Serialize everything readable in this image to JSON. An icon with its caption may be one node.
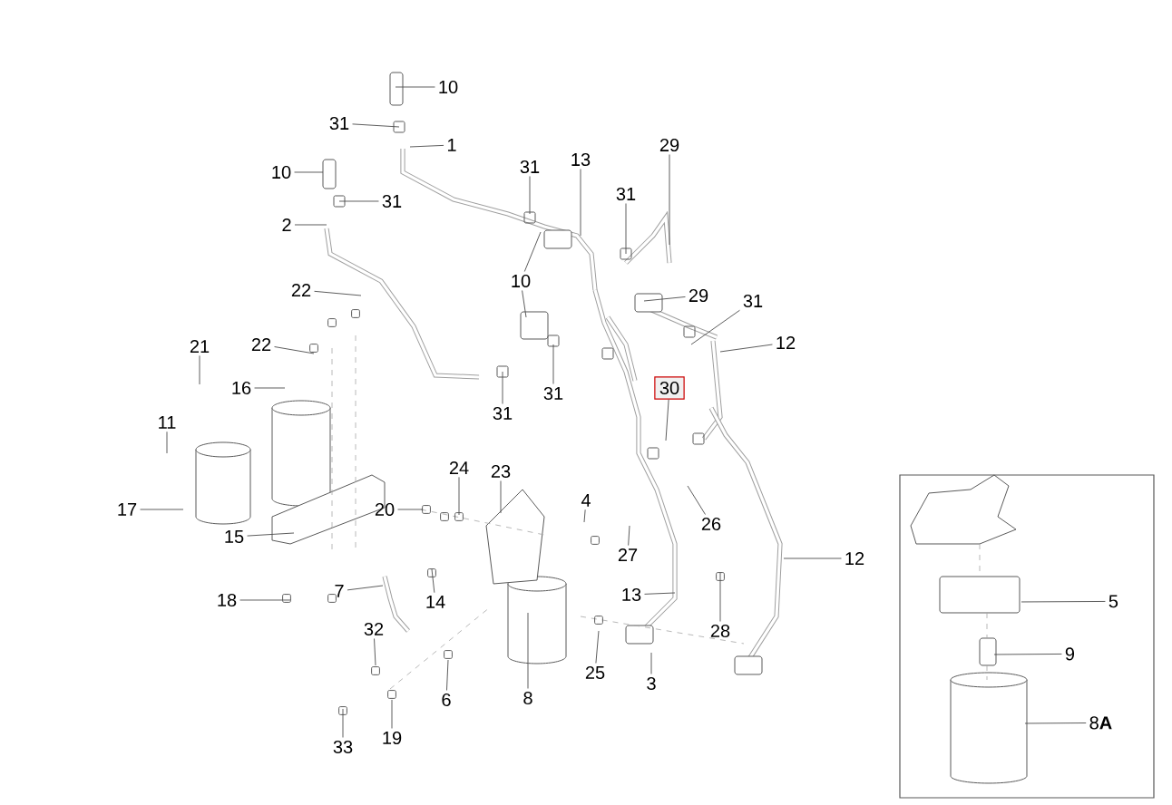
{
  "diagram": {
    "nodes": [
      {
        "text": [
          "10"
        ]
      },
      {
        "text": [
          "31"
        ]
      },
      {
        "text": [
          "1"
        ]
      },
      {
        "text": [
          "10"
        ]
      },
      {
        "text": [
          "31"
        ]
      },
      {
        "text": [
          "2"
        ]
      },
      {
        "text": [
          "31"
        ]
      },
      {
        "text": [
          "13"
        ]
      },
      {
        "text": [
          "10"
        ]
      },
      {
        "text": [
          "31"
        ]
      },
      {
        "text": [
          "31"
        ]
      },
      {
        "text": [
          "29"
        ]
      },
      {
        "text": [
          "31"
        ]
      },
      {
        "text": [
          "29"
        ]
      },
      {
        "text": [
          "31"
        ]
      },
      {
        "text": [
          "12"
        ]
      },
      {
        "text": [
          "30"
        ]
      },
      {
        "text": [
          "22"
        ]
      },
      {
        "text": [
          "22"
        ]
      },
      {
        "text": [
          "21"
        ]
      },
      {
        "text": [
          "16"
        ]
      },
      {
        "text": [
          "11"
        ]
      },
      {
        "text": [
          "17"
        ]
      },
      {
        "text": [
          "15"
        ]
      },
      {
        "text": [
          "18"
        ]
      },
      {
        "text": [
          "20"
        ]
      },
      {
        "text": [
          "24"
        ]
      },
      {
        "text": [
          "23"
        ]
      },
      {
        "text": [
          "4"
        ]
      },
      {
        "text": [
          "14"
        ]
      },
      {
        "text": [
          "7"
        ]
      },
      {
        "text": [
          "6"
        ]
      },
      {
        "text": [
          "8"
        ]
      },
      {
        "text": [
          "32"
        ]
      },
      {
        "text": [
          "19"
        ]
      },
      {
        "text": [
          "33"
        ]
      },
      {
        "text": [
          "25"
        ]
      },
      {
        "text": [
          "27"
        ]
      },
      {
        "text": [
          "26"
        ]
      },
      {
        "text": [
          "13"
        ]
      },
      {
        "text": [
          "3"
        ]
      },
      {
        "text": [
          "28"
        ]
      },
      {
        "text": [
          "12"
        ]
      },
      {
        "text": [],
        "shape": "box"
      },
      {
        "text": [
          "5"
        ],
        "in": 43
      },
      {
        "text": [
          "9"
        ],
        "in": 43
      },
      {
        "text": [
          "8**A**"
        ],
        "in": 43
      }
    ],
    "edges": [
      {
        "from": 0,
        "to": null,
        "arrow": "none"
      },
      {
        "from": 1,
        "to": null,
        "arrow": "none"
      },
      {
        "from": 2,
        "to": null,
        "arrow": "none"
      },
      {
        "from": 3,
        "to": null,
        "arrow": "none"
      },
      {
        "from": 4,
        "to": null,
        "arrow": "none"
      },
      {
        "from": 5,
        "to": null,
        "arrow": "none"
      },
      {
        "from": 6,
        "to": null,
        "arrow": "none"
      },
      {
        "from": 7,
        "to": null,
        "arrow": "none"
      },
      {
        "from": 8,
        "to": null,
        "arrow": "none"
      },
      {
        "from": 8,
        "to": null,
        "arrow": "none"
      },
      {
        "from": 9,
        "to": null,
        "arrow": "none"
      },
      {
        "from": 10,
        "to": null,
        "arrow": "none"
      },
      {
        "from": 11,
        "to": null,
        "arrow": "none"
      },
      {
        "from": 12,
        "to": null,
        "arrow": "none"
      },
      {
        "from": 13,
        "to": null,
        "arrow": "none"
      },
      {
        "from": 14,
        "to": null,
        "arrow": "none"
      },
      {
        "from": 15,
        "to": null,
        "arrow": "none"
      },
      {
        "from": 16,
        "to": null,
        "arrow": "none"
      },
      {
        "from": 17,
        "to": null,
        "arrow": "none"
      },
      {
        "from": 18,
        "to": null,
        "arrow": "none"
      },
      {
        "from": 19,
        "to": null,
        "arrow": "none"
      },
      {
        "from": 20,
        "to": null,
        "arrow": "none"
      },
      {
        "from": 21,
        "to": null,
        "arrow": "none"
      },
      {
        "from": 22,
        "to": null,
        "arrow": "none"
      },
      {
        "from": 23,
        "to": null,
        "arrow": "none"
      },
      {
        "from": 24,
        "to": null,
        "arrow": "none"
      },
      {
        "from": 25,
        "to": null,
        "arrow": "none"
      },
      {
        "from": 26,
        "to": null,
        "arrow": "none"
      },
      {
        "from": 27,
        "to": null,
        "arrow": "none"
      },
      {
        "from": 28,
        "to": null,
        "arrow": "none"
      },
      {
        "from": 29,
        "to": null,
        "arrow": "none"
      },
      {
        "from": 30,
        "to": null,
        "arrow": "none"
      },
      {
        "from": 31,
        "to": null,
        "arrow": "none"
      },
      {
        "from": 32,
        "to": null,
        "arrow": "none"
      },
      {
        "from": 33,
        "to": null,
        "arrow": "none"
      },
      {
        "from": 34,
        "to": null,
        "arrow": "none"
      },
      {
        "from": 35,
        "to": null,
        "arrow": "none"
      },
      {
        "from": 36,
        "to": null,
        "arrow": "none"
      },
      {
        "from": 37,
        "to": null,
        "arrow": "none"
      },
      {
        "from": 38,
        "to": null,
        "arrow": "none"
      },
      {
        "from": 39,
        "to": null,
        "arrow": "none"
      },
      {
        "from": 40,
        "to": null,
        "arrow": "none"
      },
      {
        "from": 41,
        "to": null,
        "arrow": "none"
      },
      {
        "from": 42,
        "to": null,
        "arrow": "none"
      },
      {
        "from": 44,
        "to": null,
        "arrow": "none"
      },
      {
        "from": 45,
        "to": null,
        "arrow": "none"
      },
      {
        "from": 46,
        "to": null,
        "arrow": "none"
      }
    ]
  }
}
